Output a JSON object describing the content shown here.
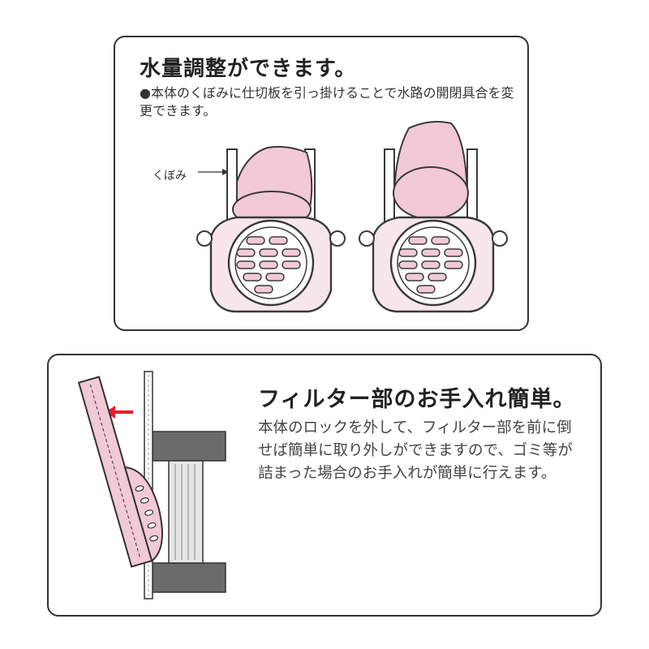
{
  "top_panel": {
    "title": "水量調整ができます。",
    "description": "●本体のくぼみに仕切板を引っ掛けることで水路の開閉具合を変更できます。",
    "callout_label": "くぼみ"
  },
  "bottom_panel": {
    "title": "フィルター部のお手入れ簡単。",
    "description": "本体のロックを外して、フィルター部を前に倒せば簡単に取り外しができますので、ゴミ等が詰まった場合のお手入れが簡単に行えます。"
  },
  "colors": {
    "accent_pink": "#f2c9d6",
    "arrow_red": "#e0212b",
    "outline": "#3a3a3a"
  }
}
